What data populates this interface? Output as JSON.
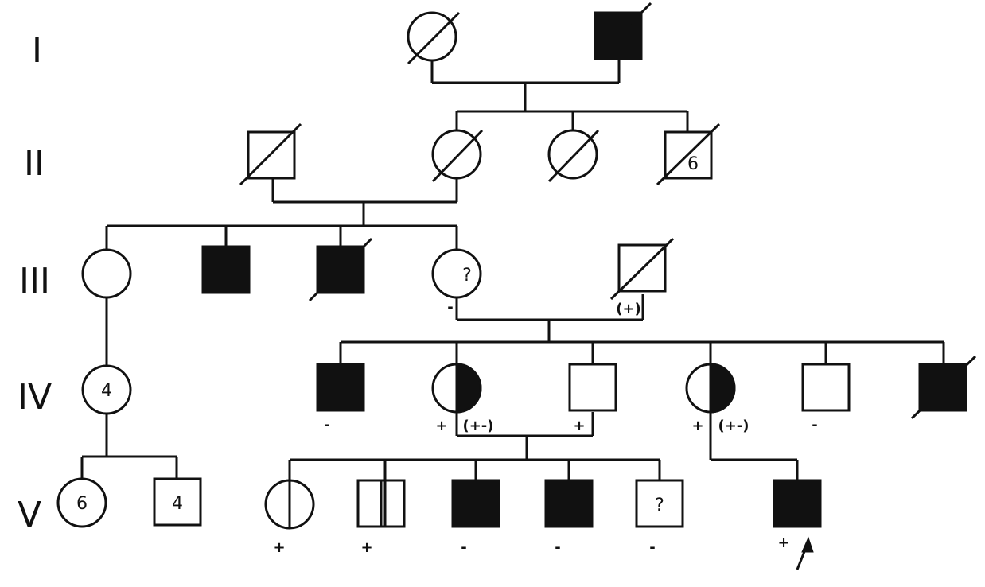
{
  "generations": [
    "I",
    "II",
    "III",
    "IV",
    "V"
  ],
  "individuals": {
    "I_1": {
      "sex": "female",
      "affected": "no",
      "deceased": true
    },
    "I_2": {
      "sex": "male",
      "affected": "full",
      "deceased": true
    },
    "II_1": {
      "sex": "male",
      "affected": "no",
      "deceased": true
    },
    "II_2": {
      "sex": "female",
      "affected": "no",
      "deceased": true
    },
    "II_3": {
      "sex": "female",
      "affected": "no",
      "deceased": true
    },
    "II_4": {
      "sex": "male",
      "affected": "no",
      "deceased": true,
      "count": "6"
    },
    "III_1": {
      "sex": "female",
      "affected": "no"
    },
    "III_2": {
      "sex": "male",
      "affected": "full"
    },
    "III_3": {
      "sex": "male",
      "affected": "full",
      "deceased": true
    },
    "III_4": {
      "sex": "female",
      "affected": "no",
      "inner": "?",
      "marks": [
        "-"
      ]
    },
    "III_5": {
      "sex": "male",
      "affected": "no",
      "deceased": true,
      "marks": [
        "(+)"
      ]
    },
    "IV_1": {
      "sex": "female",
      "affected": "no",
      "count": "4"
    },
    "IV_2": {
      "sex": "male",
      "affected": "full",
      "marks": [
        "-"
      ]
    },
    "IV_3": {
      "sex": "female",
      "affected": "half-right",
      "marks": [
        "+",
        "(+-)"
      ]
    },
    "IV_4": {
      "sex": "male",
      "affected": "no",
      "marks": [
        "+"
      ]
    },
    "IV_5": {
      "sex": "female",
      "affected": "half-right",
      "marks": [
        "+",
        "(+-)"
      ]
    },
    "IV_6": {
      "sex": "male",
      "affected": "no",
      "marks": [
        "-"
      ]
    },
    "IV_7": {
      "sex": "male",
      "affected": "full",
      "deceased": true
    },
    "V_1": {
      "sex": "female",
      "affected": "no",
      "count": "6"
    },
    "V_2": {
      "sex": "male",
      "affected": "no",
      "count": "4"
    },
    "V_3": {
      "sex": "female",
      "affected": "split",
      "marks": [
        "+"
      ]
    },
    "V_4": {
      "sex": "male",
      "affected": "split",
      "marks": [
        "+"
      ]
    },
    "V_5": {
      "sex": "male",
      "affected": "full",
      "marks": [
        "-"
      ]
    },
    "V_6": {
      "sex": "male",
      "affected": "full",
      "marks": [
        "-"
      ]
    },
    "V_7": {
      "sex": "male",
      "affected": "no",
      "inner": "?",
      "marks": [
        "-"
      ]
    },
    "V_8": {
      "sex": "male",
      "affected": "full",
      "proband": true,
      "marks": [
        "+"
      ]
    }
  },
  "colors": {
    "ink": "#111111",
    "paper": "#ffffff"
  }
}
